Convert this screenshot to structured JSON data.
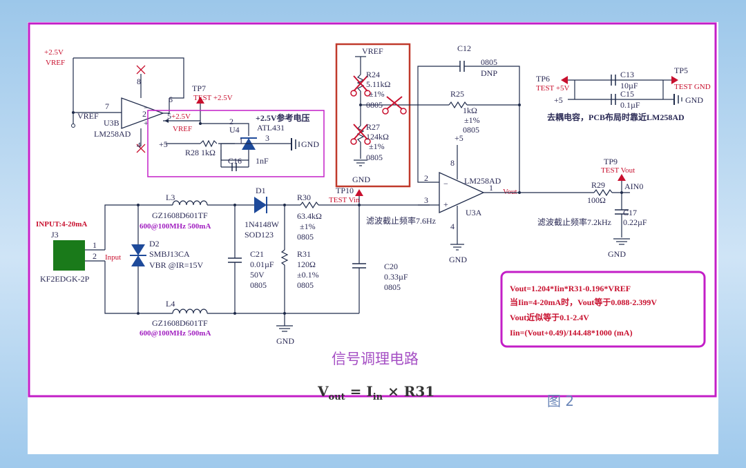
{
  "colors": {
    "accent_red": "#c8102e",
    "magenta": "#c31ec7",
    "wire": "#1e2a4a",
    "frame_red": "#c0392b"
  },
  "labels": {
    "vref_top": "+2.5V",
    "vref_top2": "VREF",
    "u3b": "U3B",
    "lm258_1": "LM258AD",
    "vref_left": "VREF",
    "pin7": "7",
    "pin2a": "2",
    "pin6": "6",
    "pin5": "5",
    "pin4a": "4",
    "pin8a": "8",
    "tp7": "TP7",
    "tp7_test": "TEST +2.5V",
    "v25_mid": "+2.5V",
    "vref_mid": "VREF",
    "u4": "U4",
    "ref_note": "+2.5V参考电压",
    "atl431": "ATL431",
    "plus5a": "+5",
    "r28": "R28 1kΩ",
    "c16": "C16",
    "c16v": "1nF",
    "gnd_a": "GND",
    "u4p2": "2",
    "u4p1": "1",
    "u4p3": "3",
    "vref_box": "VREF",
    "r24": "R24",
    "r24v": "5.11kΩ",
    "r24t": "±1%",
    "r24p": "0805",
    "r27": "R27",
    "r27v": "124kΩ",
    "r27t": "±1%",
    "r27p": "0805",
    "gnd_box": "GND",
    "c12": "C12",
    "c12p": "0805",
    "c12v": "DNP",
    "r25": "R25",
    "r25v": "1kΩ",
    "r25t": "±1%",
    "r25p": "0805",
    "plus5b": "+5",
    "pin8b": "8",
    "lm258_2": "LM258AD",
    "u3a": "U3A",
    "pin2b": "2",
    "pin3b": "3",
    "pin1b": "1",
    "pin4b": "4",
    "vout": "Vout",
    "gnd_b": "GND",
    "tp6": "TP6",
    "tp6_test": "TEST +5V",
    "plus5c": "+5",
    "c13": "C13",
    "c13v": "10µF",
    "c15": "C15",
    "c15v": "0.1µF",
    "tp5": "TP5",
    "tp5_test": "TEST GND",
    "gnd_c": "GND",
    "decap_note": "去耦电容，PCB布局时靠近LM258AD",
    "tp9": "TP9",
    "tp9_test": "TEST Vout",
    "r29": "R29",
    "r29v": "100Ω",
    "ain0": "AIN0",
    "c17": "C17",
    "c17v": "0.22µF",
    "filter2": "滤波截止频率7.2kHz",
    "gnd_d": "GND",
    "input_label": "INPUT:4-20mA",
    "j3": "J3",
    "j3p1": "1",
    "j3p2": "2",
    "kf": "KF2EDGK-2P",
    "input": "Input",
    "l3": "L3",
    "l3v": "GZ1608D601TF",
    "l3s": "600@100MHz 500mA",
    "d2": "D2",
    "d2v": "SMBJ13CA",
    "d2s": "VBR @IR=15V",
    "l4": "L4",
    "l4v": "GZ1608D601TF",
    "l4s": "600@100MHz 500mA",
    "d1": "D1",
    "d1v": "1N4148W",
    "d1p": "SOD123",
    "c21": "C21",
    "c21v": "0.01µF",
    "c21r": "50V",
    "c21p": "0805",
    "r30": "R30",
    "r30v": "63.4kΩ",
    "r30t": "±1%",
    "r30p": "0805",
    "r31": "R31",
    "r31v": "120Ω",
    "r31t": "±0.1%",
    "r31p": "0805",
    "tp10": "TP10",
    "tp10_test": "TEST Vin",
    "filter1": "滤波截止频率7.6Hz",
    "c20": "C20",
    "c20v": "0.33µF",
    "c20p": "0805",
    "gnd_e": "GND"
  },
  "formulas": {
    "line1": "Vout=1.204*Iin*R31-0.196*VREF",
    "line2": "当Iin=4-20mA时，Vout等于0.088-2.399V",
    "line3": "Vout近似等于0.1-2.4V",
    "line4": "Iin=(Vout+0.49)/144.48*1000  (mA)"
  },
  "caption": {
    "title": "信号调理电路",
    "formula_vout": "V",
    "formula_vout_sub": "out",
    "formula_eq": " = I",
    "formula_in_sub": "in",
    "formula_rest": " × R31",
    "figure": "图 2"
  }
}
